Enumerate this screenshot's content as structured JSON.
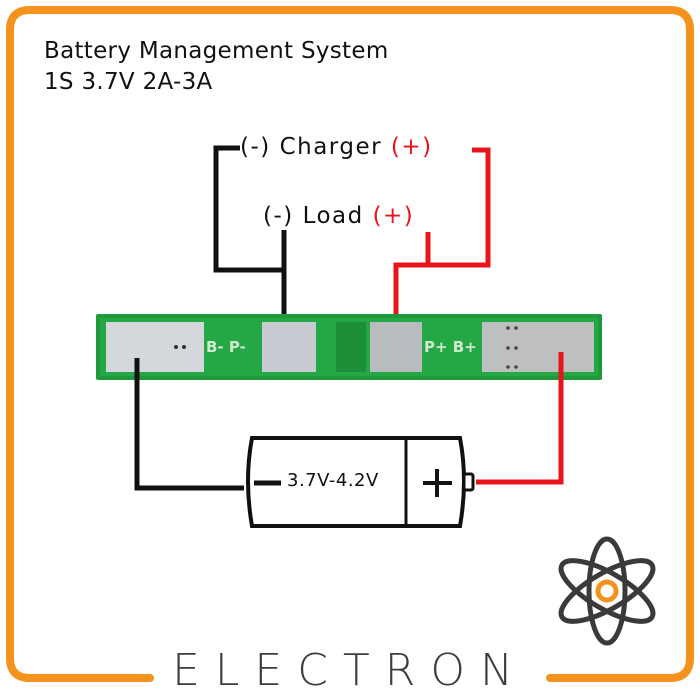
{
  "title": {
    "line1": "Battery Management System",
    "line2": "1S 3.7V 2A-3A"
  },
  "labels": {
    "charger_neg": "(-)",
    "charger": "Charger",
    "charger_pos": "(+)",
    "load_neg": "(-)",
    "load": "Load",
    "load_pos": "(+)"
  },
  "pcb": {
    "label_left": "B- P-",
    "label_right": "P+ B+"
  },
  "battery": {
    "voltage": "3.7V-4.2V",
    "neg_symbol": "−",
    "pos_symbol": "+"
  },
  "brand": {
    "name": "ELECTRON",
    "icon": "atom-icon"
  },
  "colors": {
    "frame": "#f5921e",
    "positive_wire": "#e8141a",
    "negative_wire": "#111111",
    "pcb_green": "#1e9a3c",
    "pad_silver": "#c8ccd0",
    "brand_text": "#3d3d3d"
  }
}
